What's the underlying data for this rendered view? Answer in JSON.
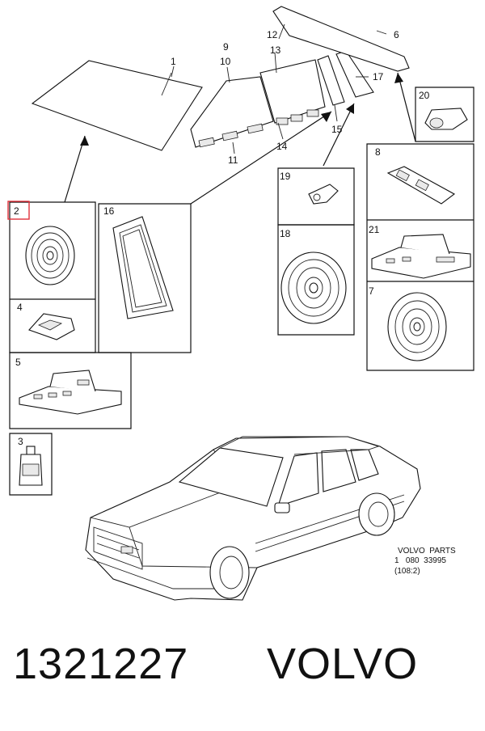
{
  "callouts": {
    "c1": "1",
    "c2": "2",
    "c3": "3",
    "c4": "4",
    "c5": "5",
    "c6": "6",
    "c7": "7",
    "c8": "8",
    "c9": "9",
    "c10": "10",
    "c11": "11",
    "c12": "12",
    "c13": "13",
    "c14": "14",
    "c15": "15",
    "c16": "16",
    "c17": "17",
    "c18": "18",
    "c19": "19",
    "c20": "20",
    "c21": "21"
  },
  "stamp": {
    "line1": "VOLVO  PARTS",
    "line2": "1   080  33995",
    "line3": "(108:2)"
  },
  "footer": {
    "part_number": "1321227",
    "brand": "VOLVO"
  },
  "colors": {
    "highlight": "#e0303a",
    "ink": "#111111"
  }
}
